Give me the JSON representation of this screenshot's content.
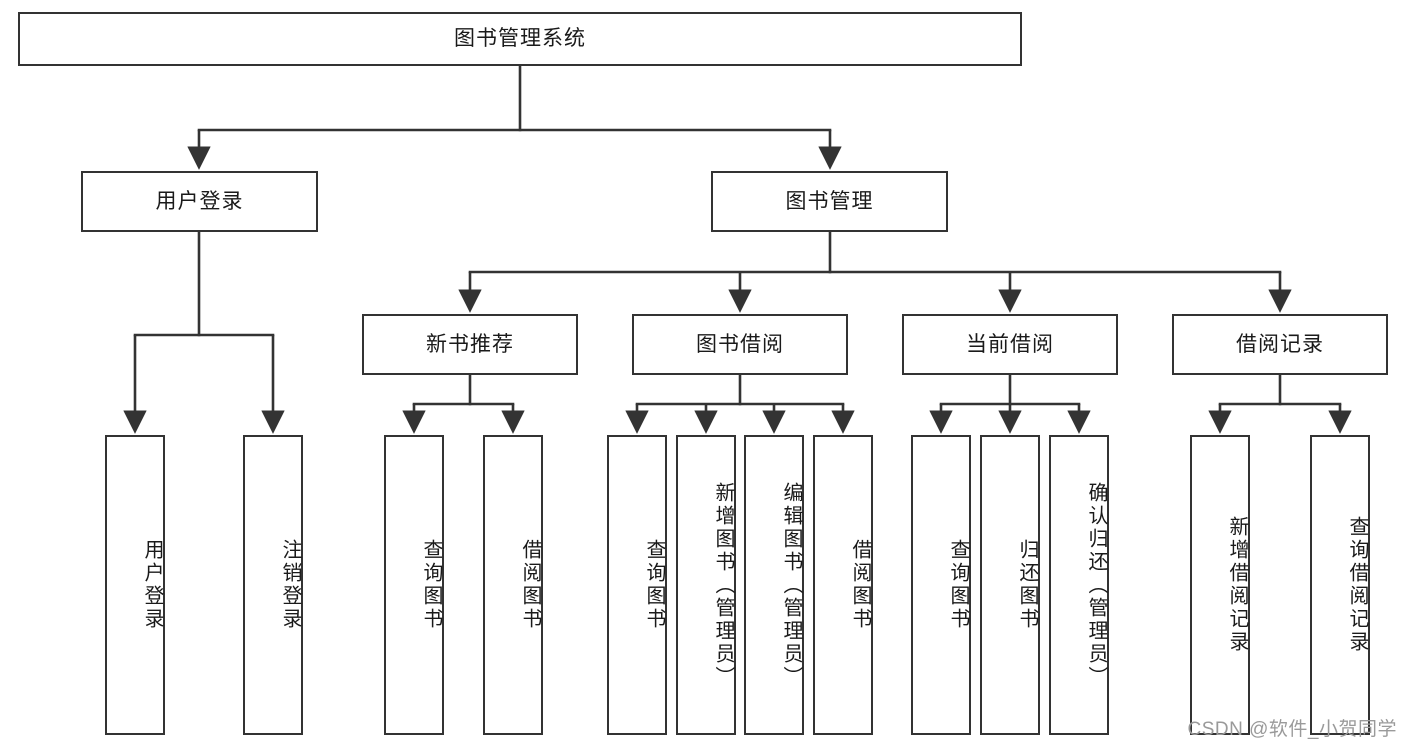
{
  "diagram": {
    "title": "图书管理系统",
    "type": "functional-structure-tree",
    "style": {
      "box_border_color": "#333333",
      "box_fill_color": "#ffffff",
      "edge_color": "#333333",
      "text_color": "#1a1a1a",
      "background": "#ffffff"
    },
    "nodes": {
      "root": {
        "label": "图书管理系统",
        "level": 1,
        "orientation": "horizontal"
      },
      "user_login": {
        "label": "用户登录",
        "level": 2,
        "orientation": "horizontal"
      },
      "book_manage": {
        "label": "图书管理",
        "level": 2,
        "orientation": "horizontal"
      },
      "new_book_rec": {
        "label": "新书推荐",
        "level": 3,
        "orientation": "horizontal"
      },
      "book_borrow": {
        "label": "图书借阅",
        "level": 3,
        "orientation": "horizontal"
      },
      "current_borrow": {
        "label": "当前借阅",
        "level": 3,
        "orientation": "horizontal"
      },
      "borrow_record": {
        "label": "借阅记录",
        "level": 3,
        "orientation": "horizontal"
      },
      "leaf_user_login": {
        "label": "用户登录",
        "level": 4,
        "orientation": "vertical"
      },
      "leaf_logout_login": {
        "label": "注销登录",
        "level": 4,
        "orientation": "vertical"
      },
      "leaf_query_book_1": {
        "label": "查询图书",
        "level": 4,
        "orientation": "vertical"
      },
      "leaf_borrow_book_1": {
        "label": "借阅图书",
        "level": 4,
        "orientation": "vertical"
      },
      "leaf_query_book_2": {
        "label": "查询图书",
        "level": 4,
        "orientation": "vertical"
      },
      "leaf_add_book": {
        "label": "新增图书（管理员）",
        "level": 4,
        "orientation": "vertical"
      },
      "leaf_edit_book": {
        "label": "编辑图书（管理员）",
        "level": 4,
        "orientation": "vertical"
      },
      "leaf_borrow_book_2": {
        "label": "借阅图书",
        "level": 4,
        "orientation": "vertical"
      },
      "leaf_query_book_3": {
        "label": "查询图书",
        "level": 4,
        "orientation": "vertical"
      },
      "leaf_return_book": {
        "label": "归还图书",
        "level": 4,
        "orientation": "vertical"
      },
      "leaf_confirm_return": {
        "label": "确认归还（管理员）",
        "level": 4,
        "orientation": "vertical"
      },
      "leaf_add_record": {
        "label": "新增借阅记录",
        "level": 4,
        "orientation": "vertical"
      },
      "leaf_query_record": {
        "label": "查询借阅记录",
        "level": 4,
        "orientation": "vertical"
      }
    },
    "edges": [
      {
        "from": "root",
        "to": "user_login"
      },
      {
        "from": "root",
        "to": "book_manage"
      },
      {
        "from": "user_login",
        "to": "leaf_user_login"
      },
      {
        "from": "user_login",
        "to": "leaf_logout_login"
      },
      {
        "from": "book_manage",
        "to": "new_book_rec"
      },
      {
        "from": "book_manage",
        "to": "book_borrow"
      },
      {
        "from": "book_manage",
        "to": "current_borrow"
      },
      {
        "from": "book_manage",
        "to": "borrow_record"
      },
      {
        "from": "new_book_rec",
        "to": "leaf_query_book_1"
      },
      {
        "from": "new_book_rec",
        "to": "leaf_borrow_book_1"
      },
      {
        "from": "book_borrow",
        "to": "leaf_query_book_2"
      },
      {
        "from": "book_borrow",
        "to": "leaf_add_book"
      },
      {
        "from": "book_borrow",
        "to": "leaf_edit_book"
      },
      {
        "from": "book_borrow",
        "to": "leaf_borrow_book_2"
      },
      {
        "from": "current_borrow",
        "to": "leaf_query_book_3"
      },
      {
        "from": "current_borrow",
        "to": "leaf_return_book"
      },
      {
        "from": "current_borrow",
        "to": "leaf_confirm_return"
      },
      {
        "from": "borrow_record",
        "to": "leaf_add_record"
      },
      {
        "from": "borrow_record",
        "to": "leaf_query_record"
      }
    ]
  },
  "watermark": {
    "text": "CSDN @软件_小贺同学"
  }
}
